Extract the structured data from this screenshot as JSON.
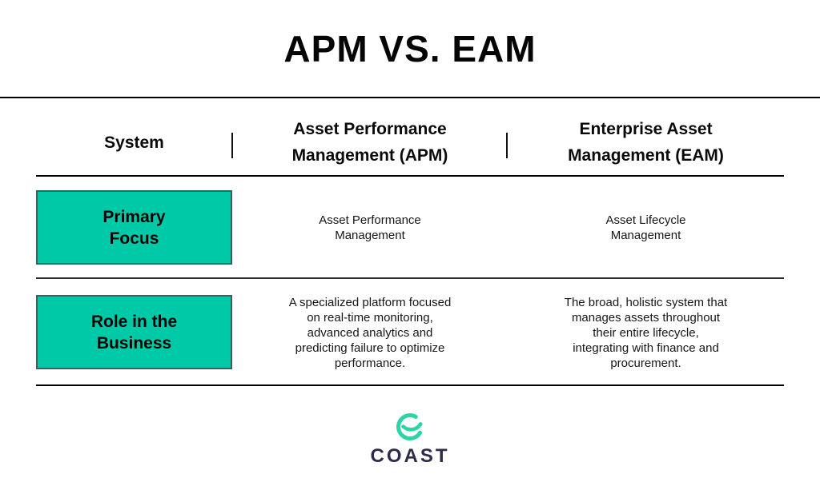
{
  "title": "APM VS. EAM",
  "table": {
    "header": {
      "col_system": "System",
      "col_apm": "Asset Performance\nManagement (APM)",
      "col_eam": "Enterprise Asset\nManagement (EAM)"
    },
    "rows": [
      {
        "label": "Primary\nFocus",
        "apm": "Asset Performance\nManagement",
        "eam": "Asset Lifecycle\nManagement"
      },
      {
        "label": "Role in the\nBusiness",
        "apm": "A specialized platform focused\non real-time monitoring,\nadvanced analytics and\npredicting failure to optimize\nperformance.",
        "eam": "The broad, holistic system that\nmanages assets throughout\ntheir entire lifecycle,\nintegrating with finance and\nprocurement."
      }
    ]
  },
  "footer": {
    "brand": "COAST",
    "logo_icon": "coast-smile-ring-icon"
  },
  "colors": {
    "accent_teal": "#00C9A7",
    "box_border": "#256b5e",
    "logo_teal": "#2BD5A6",
    "brand_navy": "#2E2A4B",
    "line_black": "#000000"
  },
  "chart_data": {
    "type": "table",
    "title": "APM VS. EAM",
    "columns": [
      "System",
      "Asset Performance Management (APM)",
      "Enterprise Asset Management (EAM)"
    ],
    "rows": [
      [
        "Primary Focus",
        "Asset Performance Management",
        "Asset Lifecycle Management"
      ],
      [
        "Role in the Business",
        "A specialized platform focused on real-time monitoring, advanced analytics and predicting failure to optimize performance.",
        "The broad, holistic system that manages assets throughout their entire lifecycle, integrating with finance and procurement."
      ]
    ]
  }
}
